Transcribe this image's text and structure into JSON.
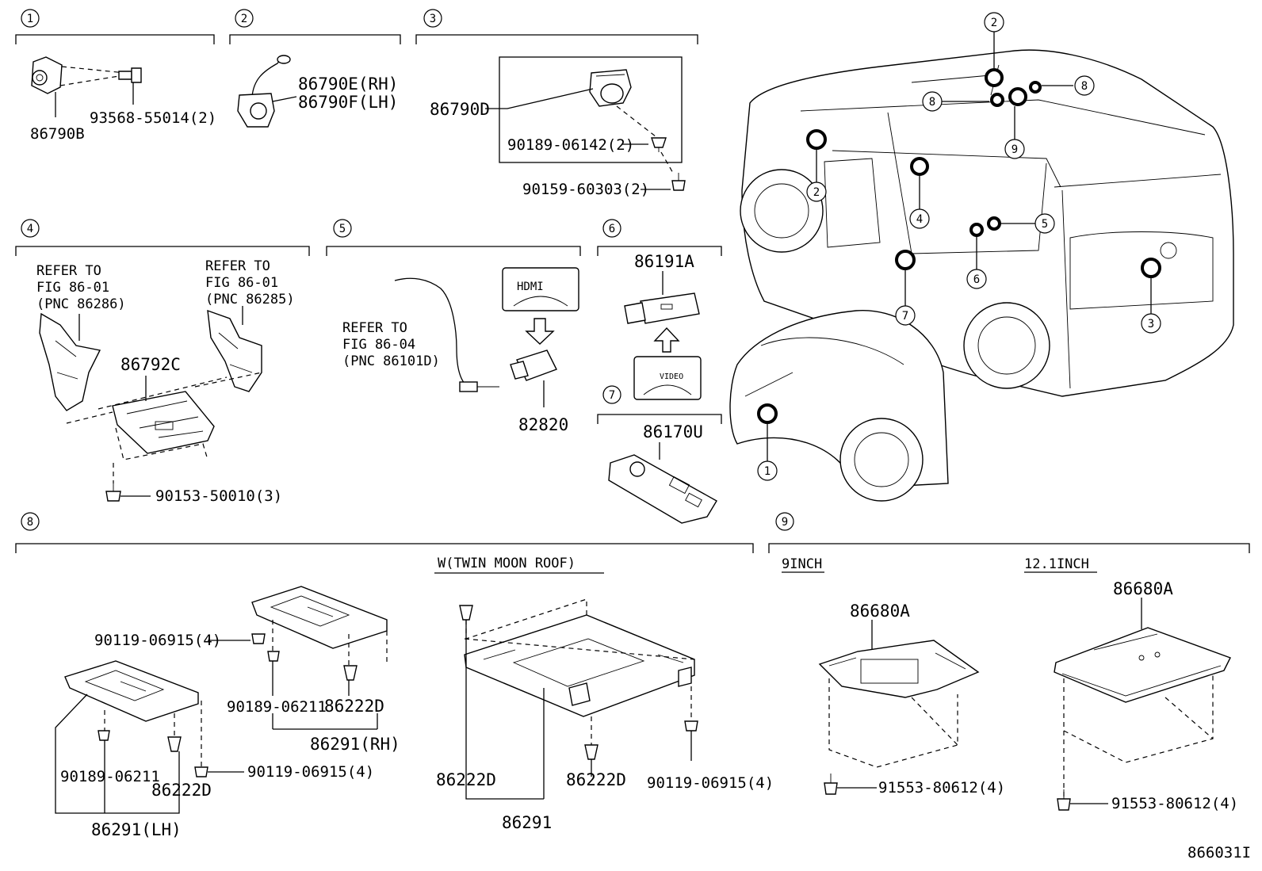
{
  "sections": [
    {
      "num": "1",
      "parts": [
        "86790B",
        "93568-55014(2)"
      ]
    },
    {
      "num": "2",
      "parts": [
        "86790E(RH)",
        "86790F(LH)"
      ]
    },
    {
      "num": "3",
      "parts": [
        "86790D",
        "90189-06142(2)",
        "90159-60303(2)"
      ]
    },
    {
      "num": "4",
      "parts": [
        "86792C",
        "90153-50010(3)"
      ],
      "notes": [
        [
          "REFER TO",
          "FIG 86-01",
          "(PNC 86286)"
        ],
        [
          "REFER TO",
          "FIG 86-01",
          "(PNC 86285)"
        ]
      ]
    },
    {
      "num": "5",
      "parts": [
        "82820"
      ],
      "notes": [
        [
          "REFER TO",
          "FIG 86-04",
          "(PNC 86101D)"
        ]
      ],
      "labels": [
        "HDMI"
      ]
    },
    {
      "num": "6",
      "parts": [
        "86191A"
      ],
      "labels": [
        "VIDEO"
      ]
    },
    {
      "num": "7",
      "parts": [
        "86170U"
      ]
    },
    {
      "num": "8",
      "parts": [
        "90119-06915(4)",
        "90189-06211",
        "86222D",
        "86291(RH)",
        "90189-06211",
        "86222D",
        "90119-06915(4)",
        "86291(LH)",
        "86222D",
        "86222D",
        "90119-06915(4)",
        "86291"
      ],
      "variant": "W(TWIN MOON ROOF)"
    },
    {
      "num": "9",
      "parts": [
        "86680A",
        "91553-80612(4)",
        "86680A",
        "91553-80612(4)"
      ],
      "variants": [
        "9INCH",
        "12.1INCH"
      ]
    }
  ],
  "vehicle_callouts": [
    "2",
    "8",
    "8",
    "2",
    "9",
    "4",
    "5",
    "6",
    "7",
    "3",
    "1"
  ],
  "figure_code": "866031I"
}
